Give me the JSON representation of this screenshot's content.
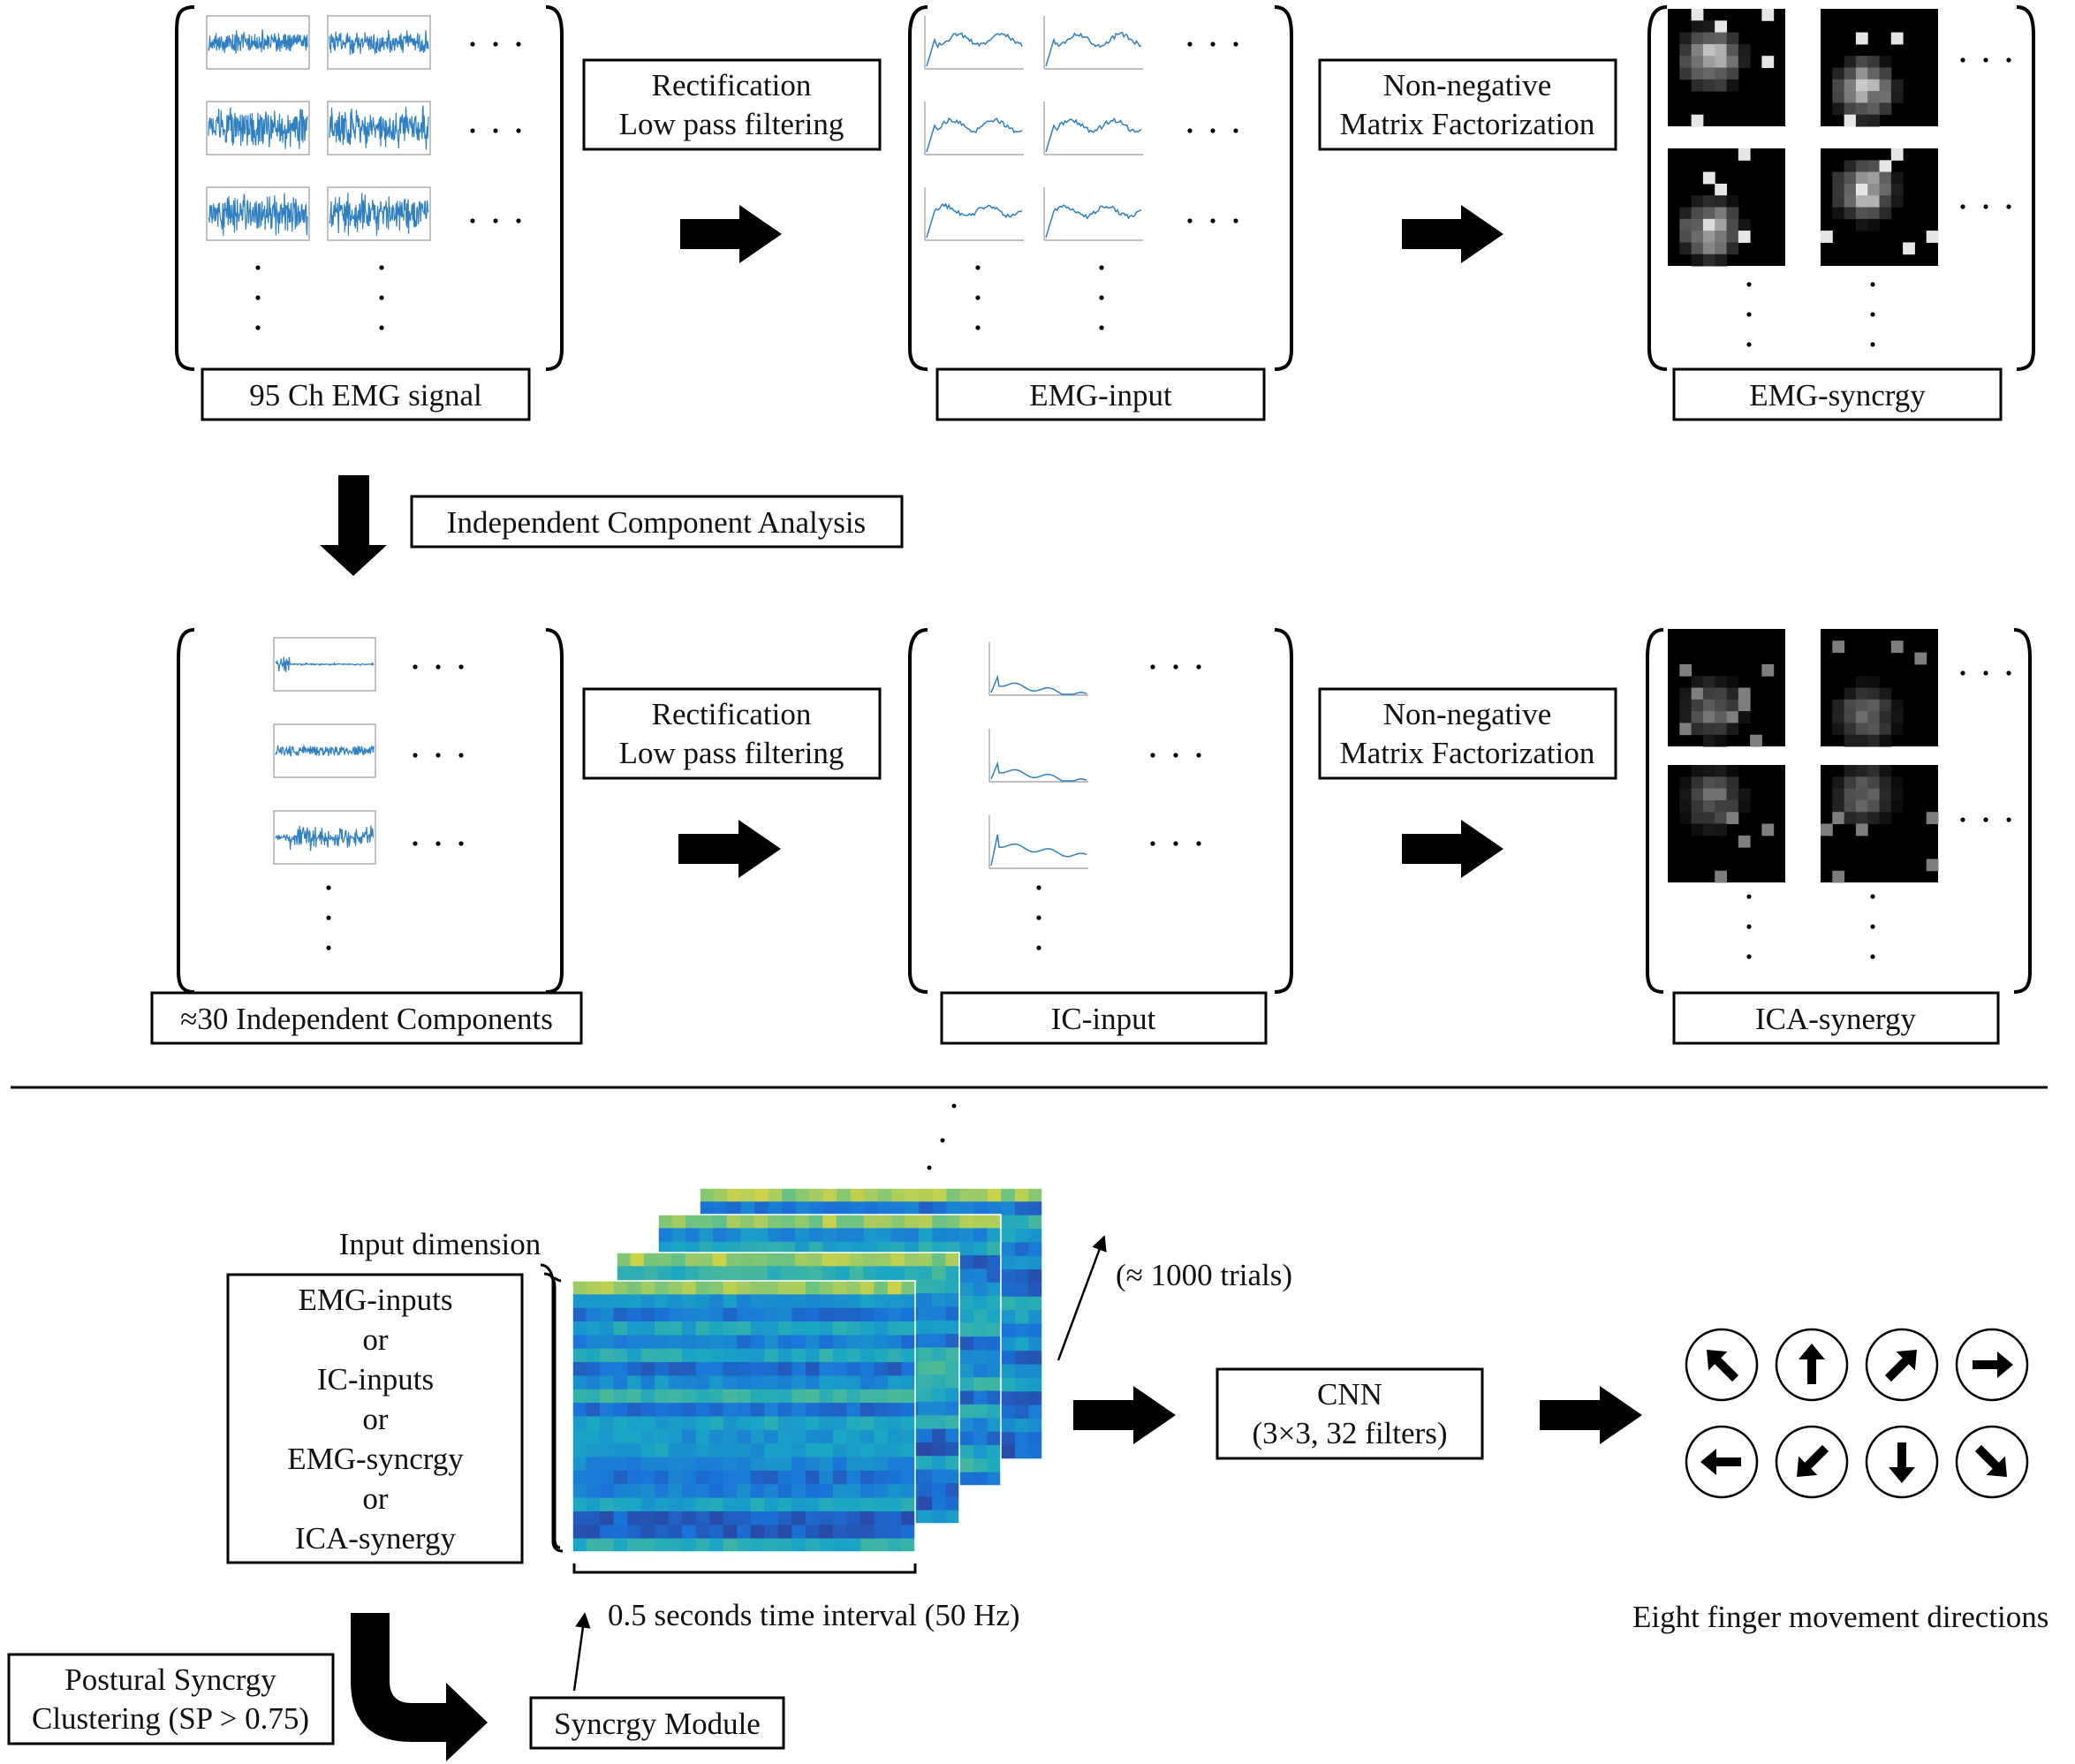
{
  "row1": {
    "emg_signal_label": "95 Ch EMG signal",
    "step1_line1": "Rectification",
    "step1_line2": "Low pass filtering",
    "emg_input_label": "EMG-input",
    "step2_line1": "Non-negative",
    "step2_line2": "Matrix Factorization",
    "emg_synergy_label": "EMG-syncrgy"
  },
  "ica_label": "Independent Component Analysis",
  "row2": {
    "ic_label": "≈30 Independent Components",
    "step1_line1": "Rectification",
    "step1_line2": "Low pass filtering",
    "ic_input_label": "IC-input",
    "step2_line1": "Non-negative",
    "step2_line2": "Matrix Factorization",
    "ica_synergy_label": "ICA-synergy"
  },
  "bottom": {
    "input_dimension": "Input dimension",
    "inputs": [
      "EMG-inputs",
      "or",
      "IC-inputs",
      "or",
      "EMG-syncrgy",
      "or",
      "ICA-synergy"
    ],
    "trials": "(≈ 1000 trials)",
    "time_interval": "0.5 seconds time interval (50 Hz)",
    "cnn_line1": "CNN",
    "cnn_line2": "(3×3, 32 filters)",
    "directions_label": "Eight finger movement directions",
    "clustering_line1": "Postural Syncrgy",
    "clustering_line2": "Clustering  (SP > 0.75)",
    "synergy_module": "Syncrgy Module"
  },
  "colors": {
    "signal_blue": "#2f7fc1",
    "ink": "#000000",
    "heatmap_low": "#2c3e99",
    "heatmap_mid": "#27a5c2",
    "heatmap_high": "#f5dd2c"
  },
  "icons": [
    "arrow-up-left-icon",
    "arrow-up-icon",
    "arrow-up-right-icon",
    "arrow-right-icon",
    "arrow-left-icon",
    "arrow-down-left-icon",
    "arrow-down-icon",
    "arrow-down-right-icon"
  ]
}
